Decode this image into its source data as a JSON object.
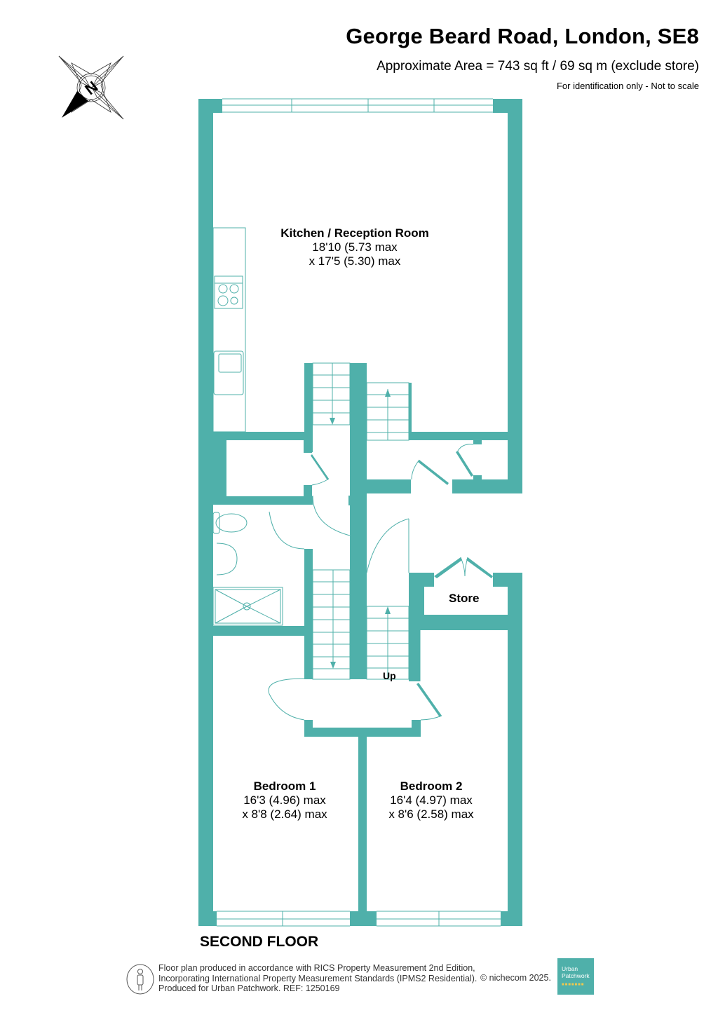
{
  "header": {
    "title": "George Beard Road, London, SE8",
    "area": "Approximate Area = 743 sq ft / 69 sq m (exclude store)",
    "disclaimer": "For identification only - Not to scale"
  },
  "compass": {
    "label": "N",
    "icon": "compass-rose-icon"
  },
  "colors": {
    "wall": "#4fb0aa",
    "fixture_line": "#4fb0aa",
    "text": "#000000",
    "logo_bg": "#4fb0aa"
  },
  "rooms": [
    {
      "name": "Kitchen / Reception Room",
      "dim1": "18'10 (5.73 max",
      "dim2": "x 17'5 (5.30) max"
    },
    {
      "name": "Bedroom 1",
      "dim1": "16'3 (4.96) max",
      "dim2": "x 8'8 (2.64) max"
    },
    {
      "name": "Bedroom 2",
      "dim1": "16'4 (4.97) max",
      "dim2": "x 8'6 (2.58) max"
    },
    {
      "name": "Store"
    }
  ],
  "stairs": {
    "up_label": "Up"
  },
  "floor_label": "SECOND FLOOR",
  "footer": {
    "line1": "Floor plan produced in accordance with RICS Property Measurement 2nd Edition,",
    "line2": "Incorporating International Property Measurement Standards (IPMS2 Residential).",
    "line3": "Produced for Urban Patchwork.   REF:  1250169",
    "copyright": "© nichecom 2025.",
    "logo_line1": "Urban",
    "logo_line2": "Patchwork"
  }
}
